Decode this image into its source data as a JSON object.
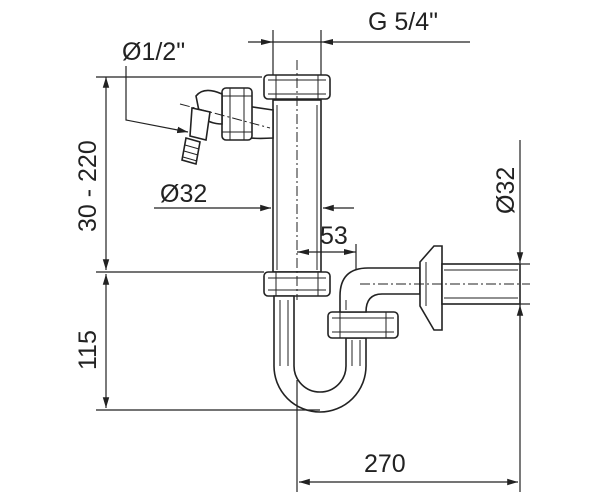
{
  "dimensions": {
    "pipe_thread": "G 5/4\"",
    "hose_connector": "Ø1/2\"",
    "side_inlet_diameter": "Ø32",
    "outlet_diameter": "Ø32",
    "height_range": "30 - 220",
    "trap_height": "115",
    "offset": "53",
    "outlet_length": "270"
  }
}
